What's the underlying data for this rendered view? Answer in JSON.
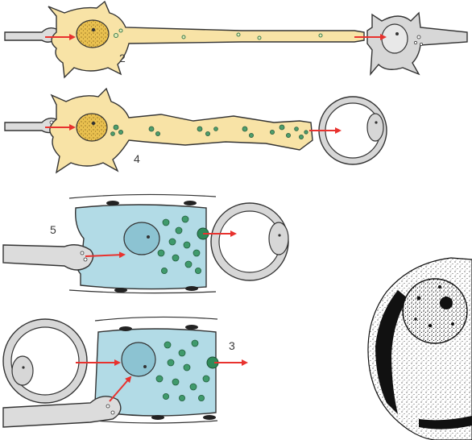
{
  "labels": {
    "panel1": "2",
    "panel2": "4",
    "panel3": "5",
    "panel4": "3"
  },
  "colors": {
    "neuron_fill": "#f8e3a6",
    "nucleus_fill": "#e9c04f",
    "vesicle": "#3f9a6c",
    "secretory_cell": "#b2dbe6",
    "target_cell": "#d7d7d7",
    "arrow": "#e8322e",
    "outline": "#333333"
  }
}
